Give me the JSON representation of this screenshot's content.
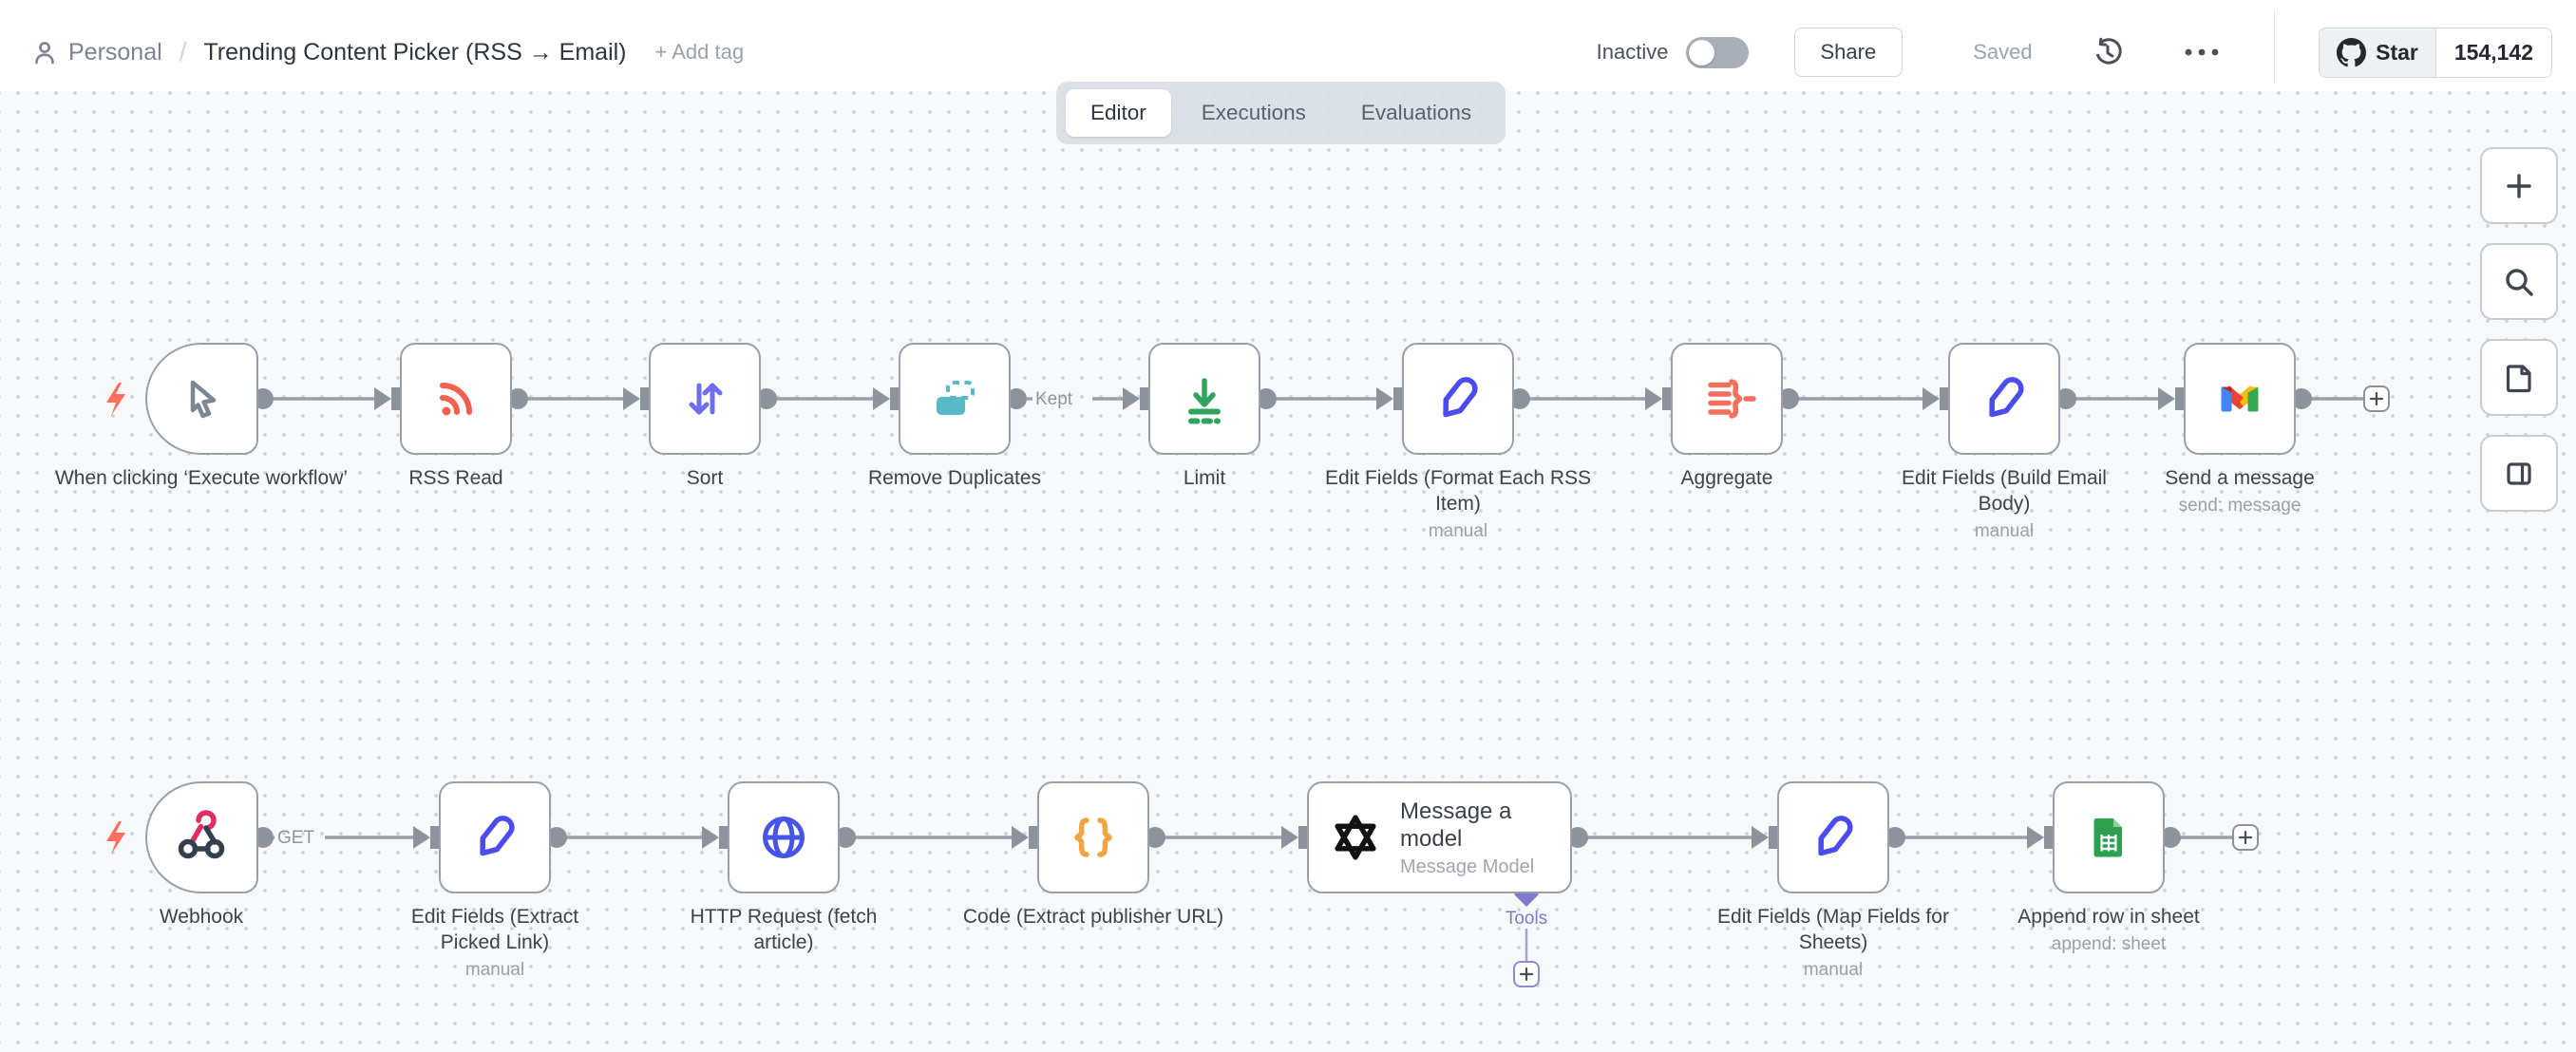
{
  "topbar": {
    "project": "Personal",
    "breadcrumb_separator": "/",
    "title": "Trending Content Picker (RSS → Email)",
    "add_tag": "+ Add tag",
    "status_label": "Inactive",
    "status_active": false,
    "share_label": "Share",
    "saved_label": "Saved",
    "github": {
      "star_label": "Star",
      "star_count": "154,142"
    }
  },
  "tabs": [
    {
      "label": "Editor",
      "active": true
    },
    {
      "label": "Executions",
      "active": false
    },
    {
      "label": "Evaluations",
      "active": false
    }
  ],
  "canvas": {
    "row1": [
      {
        "icon": "cursor-icon",
        "label": "When clicking ‘Execute workflow’"
      },
      {
        "icon": "rss-icon",
        "label": "RSS Read"
      },
      {
        "icon": "sort-icon",
        "label": "Sort"
      },
      {
        "icon": "remove-duplicates-icon",
        "label": "Remove Duplicates"
      },
      {
        "icon": "limit-icon",
        "label": "Limit"
      },
      {
        "icon": "edit-fields-icon",
        "label": "Edit Fields (Format Each RSS Item)",
        "sublabel": "manual"
      },
      {
        "icon": "aggregate-icon",
        "label": "Aggregate"
      },
      {
        "icon": "edit-fields-icon",
        "label": "Edit Fields (Build Email Body)",
        "sublabel": "manual"
      },
      {
        "icon": "gmail-icon",
        "label": "Send a message",
        "sublabel": "send: message"
      }
    ],
    "row2": [
      {
        "icon": "webhook-icon",
        "label": "Webhook"
      },
      {
        "icon": "edit-fields-icon",
        "label": "Edit Fields (Extract Picked Link)",
        "sublabel": "manual"
      },
      {
        "icon": "http-request-icon",
        "label": "HTTP Request (fetch article)"
      },
      {
        "icon": "code-icon",
        "label": "Code (Extract publisher URL)"
      },
      {
        "icon": "openai-icon",
        "title": "Message a model",
        "subtitle": "Message Model"
      },
      {
        "icon": "edit-fields-icon",
        "label": "Edit Fields (Map Fields for Sheets)",
        "sublabel": "manual"
      },
      {
        "icon": "sheets-icon",
        "label": "Append row in sheet",
        "sublabel": "append: sheet"
      }
    ],
    "connection_labels": {
      "kept": "Kept",
      "get": "GET",
      "tools": "Tools"
    }
  },
  "colors": {
    "canvas_bg": "#f7f8f9",
    "node_border": "#98a0ab",
    "connector": "#9aa0a9",
    "trigger_bolt": "#ff6f5c",
    "rss": "#f2604e",
    "sort": "#6d6df0",
    "dedupe": "#58bac6",
    "limit": "#2fa35d",
    "edit_fields": "#4a4cf0",
    "aggregate": "#f2705e",
    "http": "#4754e8",
    "code": "#f2a444",
    "sheets": "#2ea14f",
    "tools_purple": "#7e7bc8",
    "github_text": "#24292f"
  }
}
